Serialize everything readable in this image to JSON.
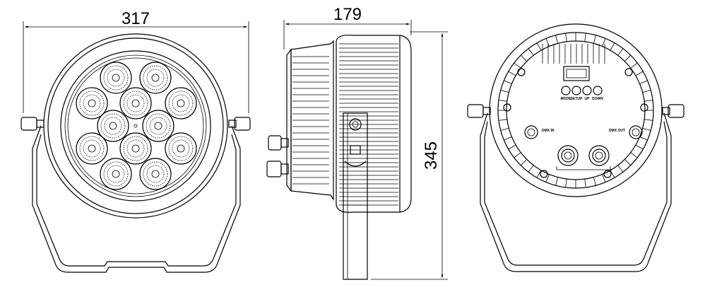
{
  "dimensions": {
    "width": "317",
    "depth": "179",
    "height": "345"
  },
  "back_panel": {
    "buttons": [
      "MODE",
      "SETUP",
      "UP",
      "DOWN"
    ],
    "dmx_in": "DMX IN",
    "dmx_out": "DMX OUT"
  },
  "colors": {
    "line": "#000000",
    "background": "#ffffff"
  }
}
